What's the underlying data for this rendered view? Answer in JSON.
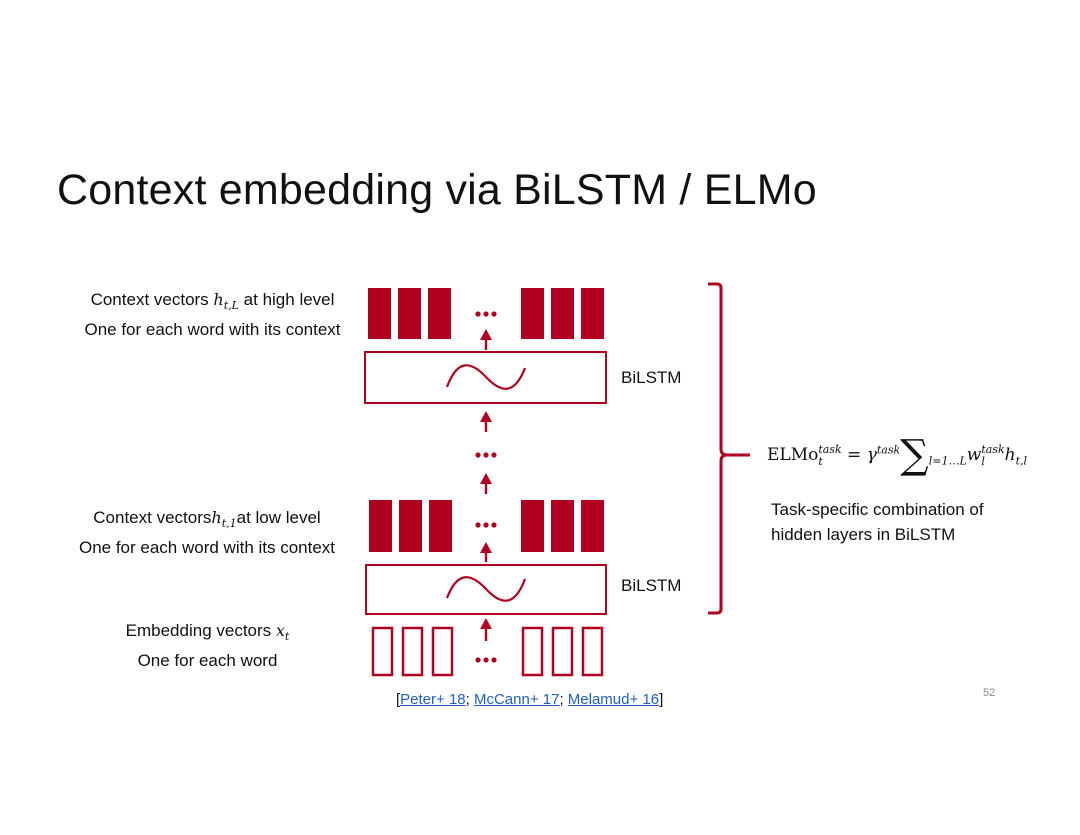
{
  "title": "Context embedding via BiLSTM / ELMo",
  "labels": {
    "high": {
      "prefix": "Context vectors ",
      "symbol": "h",
      "sub": "t,L",
      "suffix": " at high level",
      "line2": "One for each word with its context"
    },
    "low": {
      "prefix": "Context vectors",
      "symbol": "h",
      "sub": "t,1",
      "suffix": "at low level",
      "line2": "One for each word with its context"
    },
    "embed": {
      "prefix": "Embedding vectors ",
      "symbol": "x",
      "sub": "t",
      "line2": "One for each word"
    }
  },
  "bilstm_top": "BiLSTM",
  "bilstm_bottom": "BiLSTM",
  "formula": {
    "elmo": "ELMo",
    "elmo_sup": "task",
    "elmo_sub": "t",
    "equals": " = ",
    "gamma": "γ",
    "gamma_sup": "task",
    "sum": "∑",
    "sum_sub": "l=1…L",
    "w": "w",
    "w_sup": "task",
    "w_sub": "l",
    "h": "h",
    "h_sub": "t,l"
  },
  "description": {
    "line1": "Task-specific combination of",
    "line2": "hidden layers in BiLSTM"
  },
  "citation": {
    "open": "[",
    "refs": [
      "Peter+ 18",
      "McCann+ 17",
      "Melamud+ 16"
    ],
    "sep": "; ",
    "close": "]"
  },
  "page_number": "52",
  "colors": {
    "accent": "#b00020",
    "arrow": "#b00020",
    "link": "#1f5fbf"
  }
}
